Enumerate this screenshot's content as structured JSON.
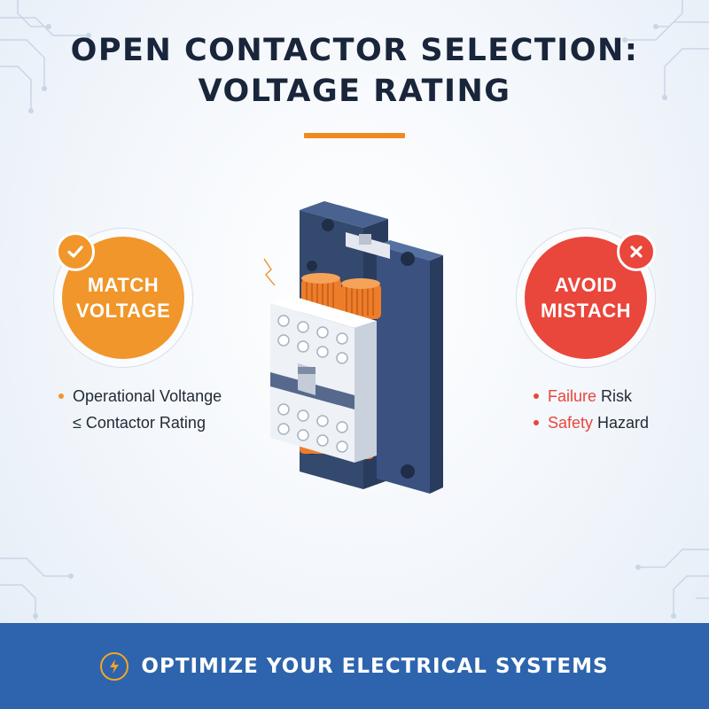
{
  "title": {
    "line1": "OPEN CONTACTOR SELECTION:",
    "line2": "VOLTAGE RATING"
  },
  "left_panel": {
    "badge_line1": "MATCH",
    "badge_line2": "VOLTAGE",
    "icon": "checkmark-icon",
    "bullet1": "Operational Voltange",
    "bullet2": "≤ Contactor Rating",
    "accent_color": "#f0962a"
  },
  "right_panel": {
    "badge_line1": "AVOID",
    "badge_line2": "MISTACH",
    "icon": "x-icon",
    "bullet1_accent": "Failure",
    "bullet1_rest": " Risk",
    "bullet2_accent": "Safety",
    "bullet2_rest": " Hazard",
    "accent_color": "#e9463c"
  },
  "center_icon": "contactor-illustration",
  "footer": {
    "icon": "lightning-bolt-icon",
    "text": "OPTIMIZE YOUR ELECTRICAL SYSTEMS",
    "background": "#2d64ad"
  }
}
